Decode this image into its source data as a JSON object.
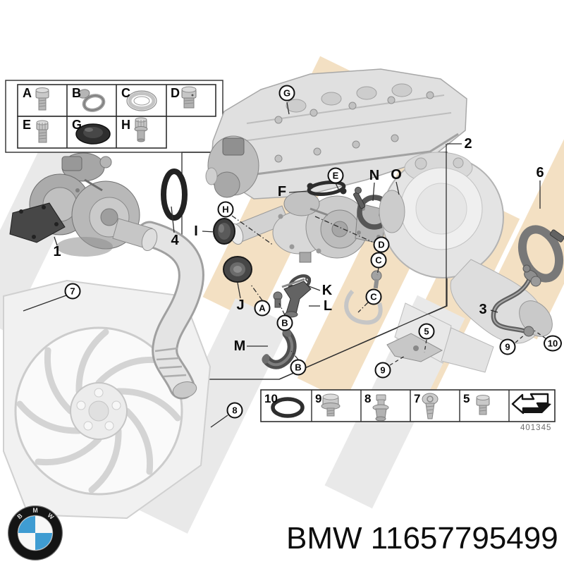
{
  "legend_grid": {
    "items": [
      {
        "key": "A",
        "icon": "hex-bolt"
      },
      {
        "key": "B",
        "icon": "hose-clamp"
      },
      {
        "key": "C",
        "icon": "seal-ring"
      },
      {
        "key": "D",
        "icon": "screw-plug"
      },
      {
        "key": "E",
        "icon": "hex-bolt"
      },
      {
        "key": "G",
        "icon": "rubber-grommet"
      },
      {
        "key": "H",
        "icon": "socket-screw"
      }
    ]
  },
  "diagram": {
    "circle_callouts": [
      {
        "label": "G"
      },
      {
        "label": "E"
      },
      {
        "label": "H"
      },
      {
        "label": "A"
      },
      {
        "label": "B"
      },
      {
        "label": "B"
      },
      {
        "label": "D"
      },
      {
        "label": "C"
      },
      {
        "label": "C"
      },
      {
        "label": "5"
      },
      {
        "label": "9"
      },
      {
        "label": "9"
      },
      {
        "label": "10"
      },
      {
        "label": "7"
      },
      {
        "label": "8"
      }
    ],
    "bold_callouts": [
      {
        "label": "1"
      },
      {
        "label": "2"
      },
      {
        "label": "3"
      },
      {
        "label": "4"
      },
      {
        "label": "6"
      },
      {
        "label": "F"
      },
      {
        "label": "I"
      },
      {
        "label": "J"
      },
      {
        "label": "K"
      },
      {
        "label": "L"
      },
      {
        "label": "M"
      },
      {
        "label": "N"
      },
      {
        "label": "O"
      }
    ],
    "image_code": "401345"
  },
  "bottom_strip": {
    "cells": [
      {
        "label": "10",
        "icon": "o-ring"
      },
      {
        "label": "9",
        "icon": "flange-bolt"
      },
      {
        "label": "8",
        "icon": "collar-stud"
      },
      {
        "label": "7",
        "icon": "torx-screw"
      },
      {
        "label": "5",
        "icon": "hex-bolt"
      },
      {
        "label": "",
        "icon": "direction-arrow"
      }
    ]
  },
  "footer": {
    "brand": "BMW",
    "part_number": "11657795499",
    "logo": "bmw-roundel",
    "logo_letters": "BMW"
  },
  "colors": {
    "watermark_tan": "#f3e0c3",
    "watermark_gray": "#e9e9e9",
    "logo_blue": "#3f9cd2",
    "line_dark": "#2f2f2f"
  }
}
